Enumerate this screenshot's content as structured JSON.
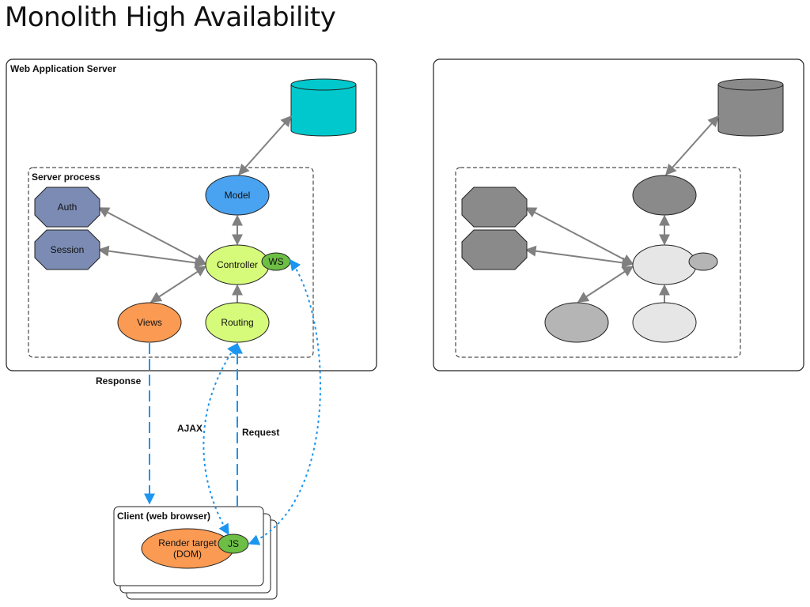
{
  "title": "Monolith High Availability",
  "server": {
    "label": "Web Application Server",
    "process_label": "Server process",
    "nodes": {
      "auth": "Auth",
      "session": "Session",
      "model": "Model",
      "controller": "Controller",
      "ws": "WS",
      "views": "Views",
      "routing": "Routing"
    }
  },
  "client": {
    "label": "Client (web browser)",
    "render_target_line1": "Render target",
    "render_target_line2": "(DOM)",
    "js": "JS"
  },
  "edges": {
    "response": "Response",
    "ajax": "AJAX",
    "request": "Request"
  },
  "colors": {
    "database": "#00c8cc",
    "auth_session": "#7b8bb3",
    "model": "#4aa3f0",
    "controller": "#d6fb7a",
    "ws_js": "#6cbe45",
    "views_render": "#fb9a52",
    "edge_gray": "#808080",
    "edge_blue": "#1b95f0",
    "replica_dark": "#8a8a8a",
    "replica_mid": "#b5b5b5",
    "replica_light": "#e6e6e6"
  }
}
